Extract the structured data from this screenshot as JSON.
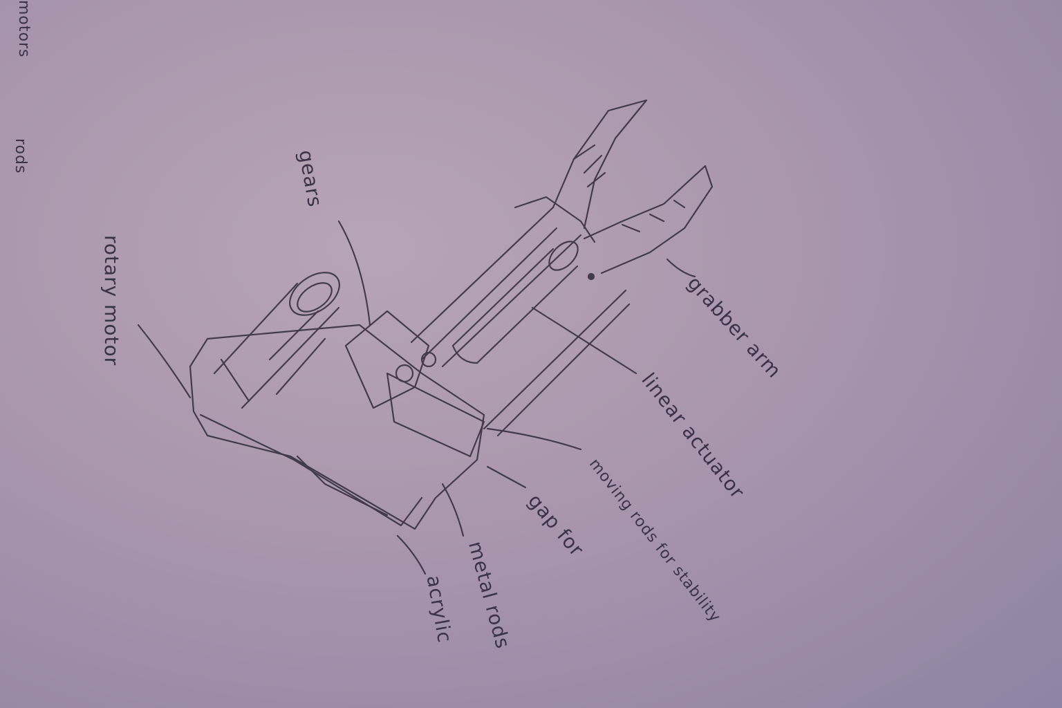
{
  "labels": {
    "rotary_motor": "rotary motor",
    "gears": "gears",
    "grabber_arm": "grabber arm",
    "linear_actuator": "linear actuator",
    "moving_rods_stability": "moving rods for stability",
    "gap_for": "gap for",
    "metal_rods": "metal rods",
    "acrylic": "acrylic",
    "edge_fragment_1": "motors",
    "edge_fragment_2": "rods"
  },
  "colors": {
    "paper": "#a996ad",
    "pencil": "#2f2a3a"
  }
}
